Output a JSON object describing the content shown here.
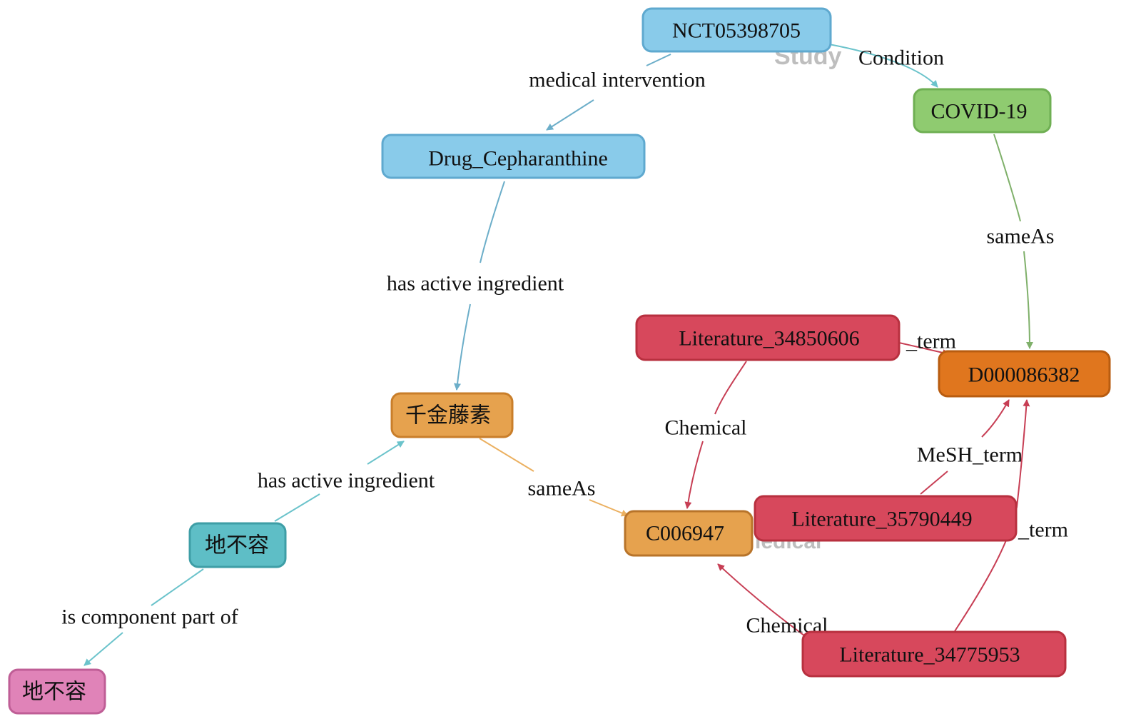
{
  "colors": {
    "blue_node": "#89CBEA",
    "blue_stroke": "#5FA9CF",
    "green_node": "#8FCB70",
    "green_stroke": "#6FAF53",
    "orange_node": "#E6A24E",
    "orange_stroke": "#C97E2A",
    "dark_orange_node": "#E0761E",
    "dark_orange_stroke": "#B85C10",
    "red_node": "#D7485C",
    "red_stroke": "#B8303F",
    "teal_node": "#5EBEC6",
    "teal_stroke": "#3E9EA6",
    "pink_node": "#E083B8",
    "pink_stroke": "#BF5E96",
    "edge_blue": "#6CAEC9",
    "edge_teal": "#6BC3CB",
    "edge_green": "#7FB06A",
    "edge_orange": "#EBB060",
    "edge_red": "#C73E54"
  },
  "nodes": {
    "nct": "NCT05398705",
    "covid": "COVID-19",
    "drug": "Drug_Cepharanthine",
    "qianjin": "千金藤素",
    "diburong_teal": "地不容",
    "diburong_pink": "地不容",
    "c006947": "C006947",
    "d000086382": "D000086382",
    "lit_34850606": "Literature_34850606",
    "lit_35790449": "Literature_35790449",
    "lit_34775953": "Literature_34775953"
  },
  "edges": {
    "medical_intervention": "medical intervention",
    "condition": "Condition",
    "has_active_ingredient_1": "has active ingredient",
    "has_active_ingredient_2": "has active ingredient",
    "is_component_part_of": "is component part of",
    "same_as_1": "sameAs",
    "same_as_2": "sameAs",
    "chemical_1": "Chemical",
    "chemical_2": "Chemical",
    "term_1": "_term",
    "mesh_term": "MeSH_term",
    "term_2": "_term"
  },
  "ghost_text": {
    "study": "Study",
    "medical": "ledical"
  }
}
